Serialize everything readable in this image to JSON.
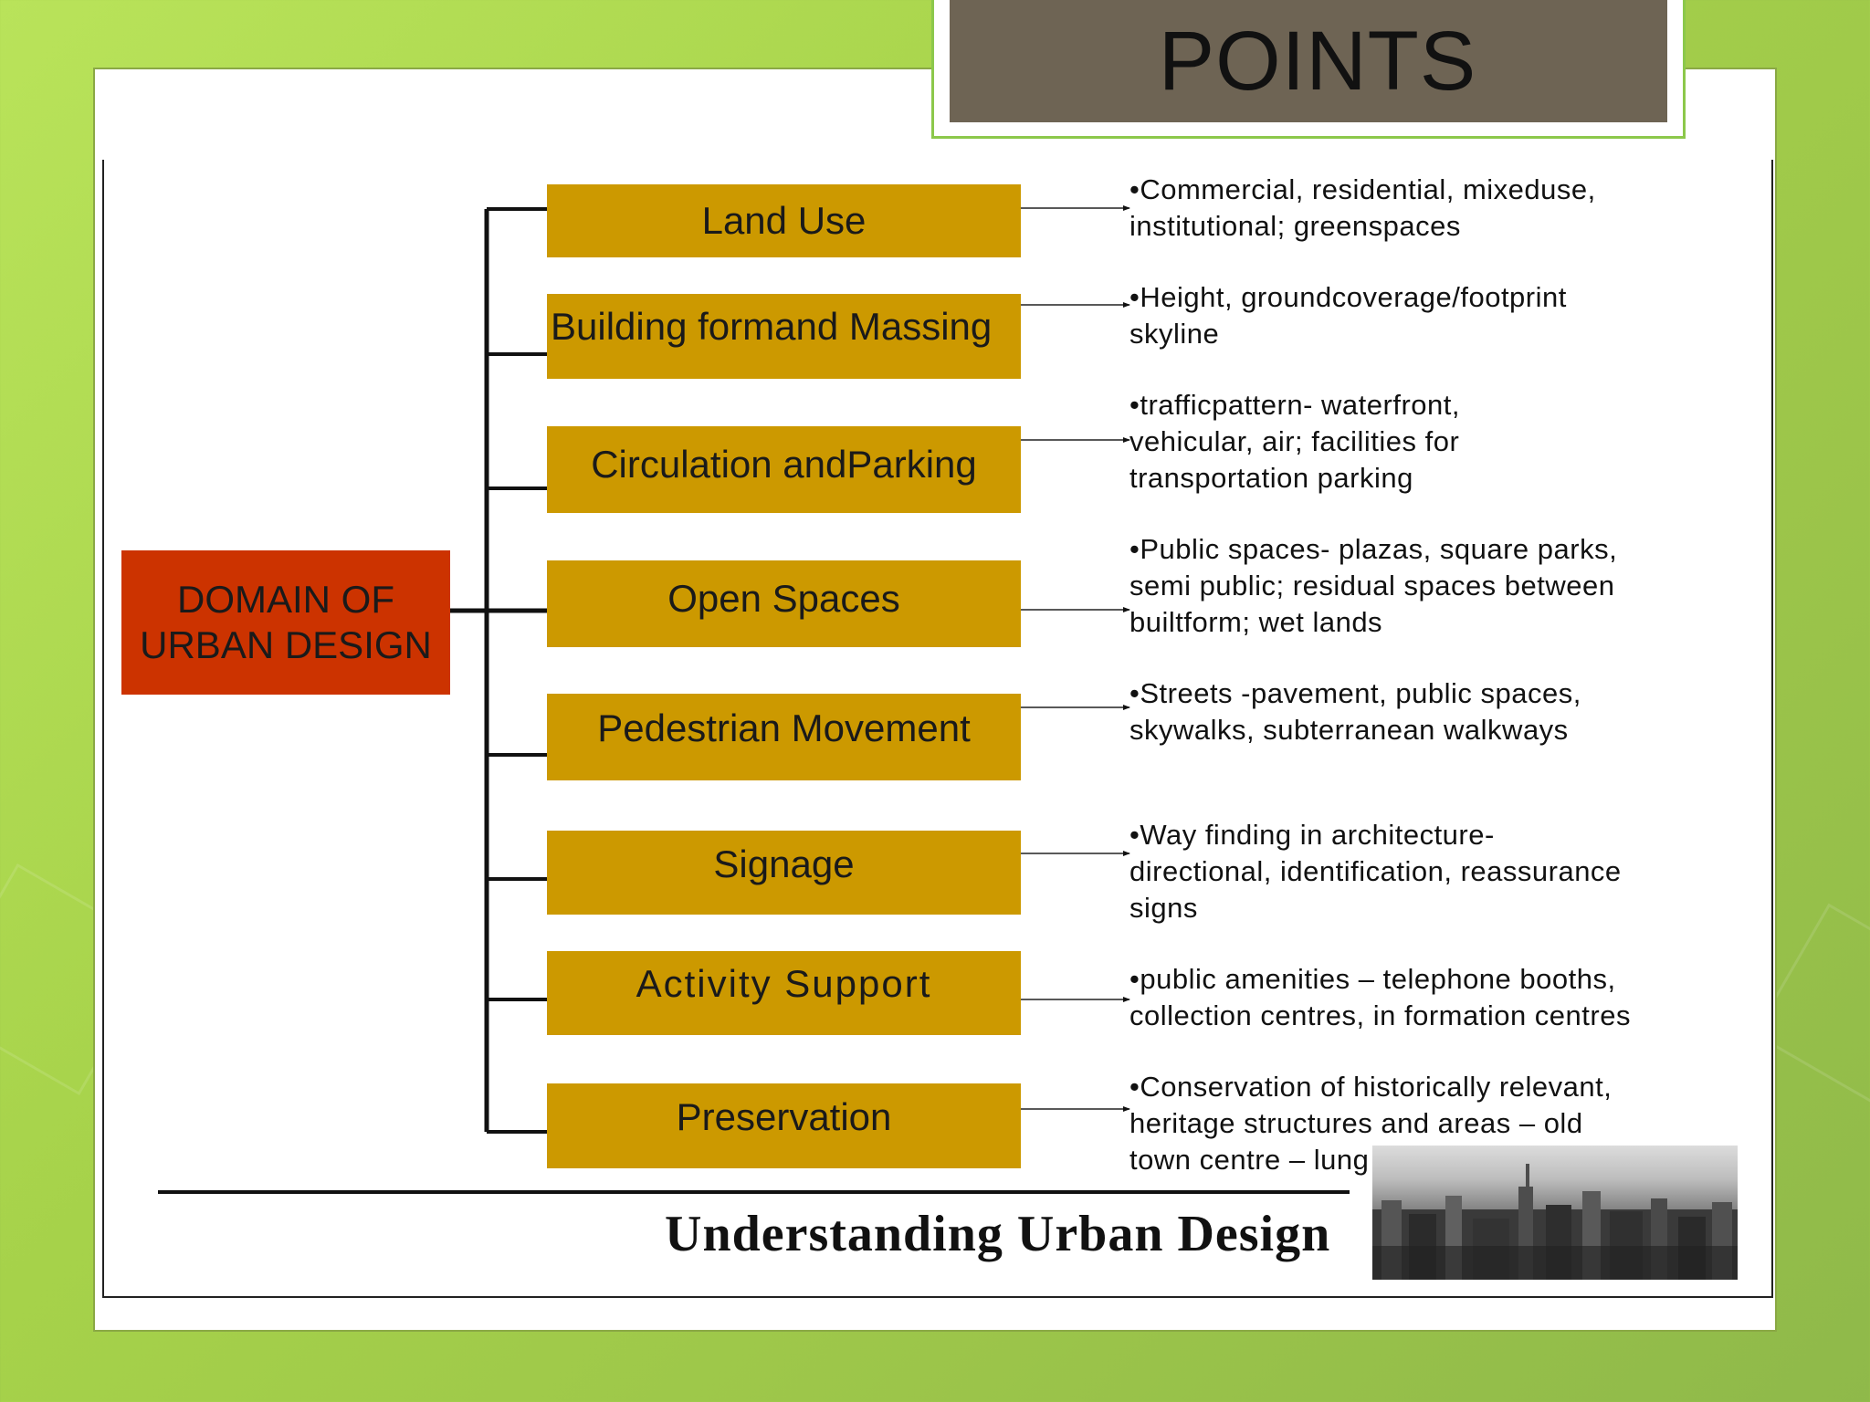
{
  "slide": {
    "title": "POINTS",
    "footer_title": "Understanding Urban Design"
  },
  "diagram": {
    "root": "DOMAIN OF URBAN DESIGN",
    "root_line1": "DOMAIN OF",
    "root_line2": "URBAN DESIGN",
    "categories": [
      {
        "label": "Land Use",
        "desc": [
          "•Commercial, residential, mixeduse,",
          "institutional; greenspaces"
        ]
      },
      {
        "label": "Building formand Massing",
        "desc": [
          "•Height, groundcoverage/footprint",
          "skyline"
        ]
      },
      {
        "label": "Circulation andParking",
        "desc": [
          "•trafficpattern- waterfront,",
          "vehicular, air; facilities for",
          "transportation parking"
        ]
      },
      {
        "label": "Open Spaces",
        "desc": [
          "•Public spaces- plazas, square parks,",
          "semi public; residual spaces between",
          "builtform; wet lands"
        ]
      },
      {
        "label": "Pedestrian Movement",
        "desc": [
          "•Streets -pavement, public spaces,",
          "skywalks, subterranean walkways"
        ]
      },
      {
        "label": "Signage",
        "desc": [
          "•Way finding in architecture-",
          "directional, identification, reassurance",
          "signs"
        ]
      },
      {
        "label": "Activity Support",
        "desc": [
          "•public amenities – telephone booths,",
          "collection centres, in formation centres"
        ]
      },
      {
        "label": "Preservation",
        "desc": [
          "•Conservation of historically relevant,",
          "heritage structures and areas – old",
          "town centre – lung spaces"
        ]
      }
    ]
  },
  "colors": {
    "root_box": "#cc3300",
    "category_box": "#cc9900",
    "title_box": "#6e6454",
    "background": "#a6d24a"
  }
}
